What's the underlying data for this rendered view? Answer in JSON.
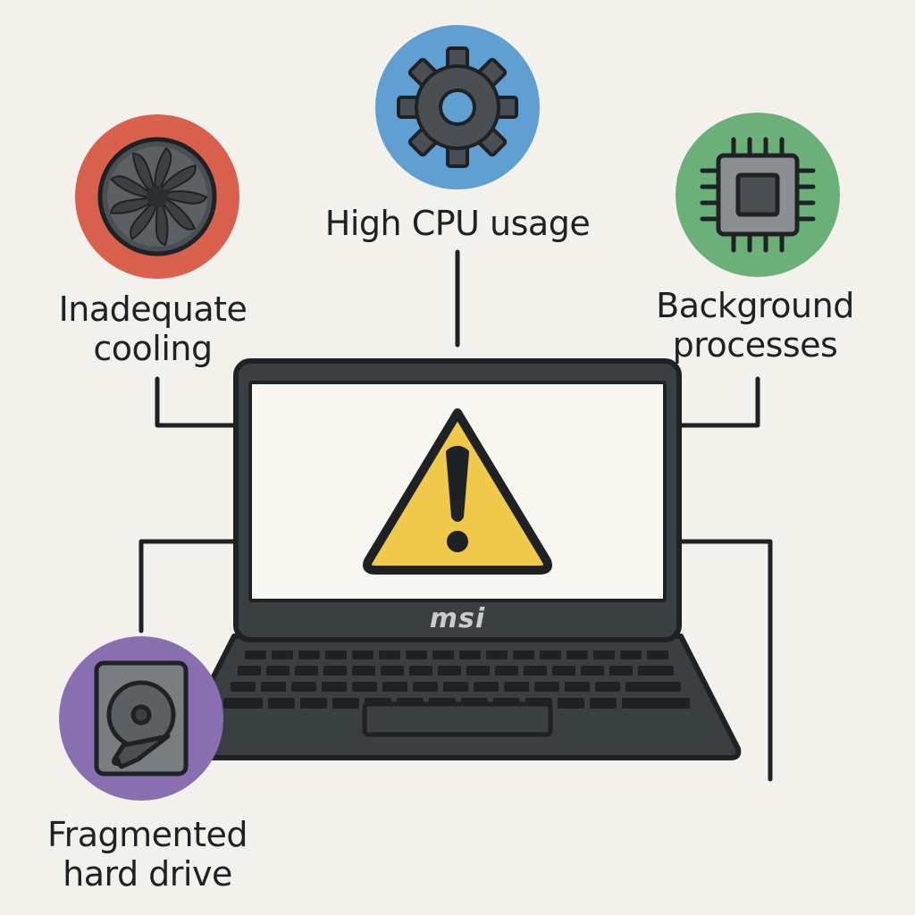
{
  "labels": {
    "cpu": "High CPU usage",
    "cooling_line1": "Inadequate",
    "cooling_line2": "cooling",
    "background_line1": "Background",
    "background_line2": "processes",
    "hdd_line1": "Fragmented",
    "hdd_line2": "hard drive"
  },
  "laptop": {
    "brand": "msi"
  },
  "icons": {
    "cpu": "gear-icon",
    "cooling": "fan-icon",
    "background": "chip-icon",
    "hdd": "hard-drive-icon",
    "screen": "warning-icon"
  },
  "colors": {
    "background": "#f3f1ec",
    "cooling_circle": "#d9604c",
    "cpu_circle": "#5f9fd2",
    "background_circle": "#6bb079",
    "hdd_circle": "#8a6fb0",
    "warning": "#f0c94a",
    "laptop_body": "#3a3f42",
    "outline": "#1f2224"
  }
}
